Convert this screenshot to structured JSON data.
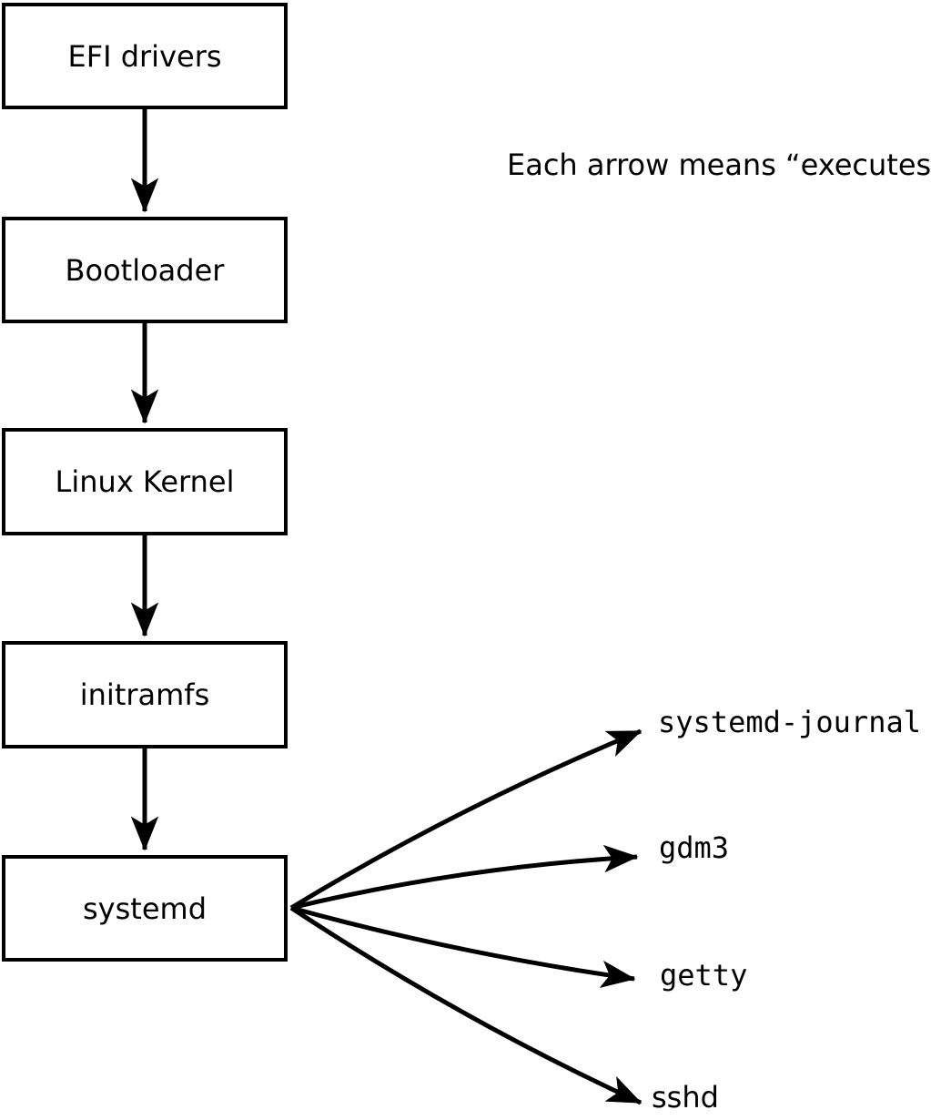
{
  "note": "Each arrow means “executes”.",
  "diagram": {
    "arrow_meaning": "executes",
    "colors": {
      "stroke": "#000000",
      "node_fill": "#ffffff",
      "background": "#ffffff"
    },
    "chain": [
      {
        "id": "efi-drivers",
        "label": "EFI drivers"
      },
      {
        "id": "bootloader",
        "label": "Bootloader"
      },
      {
        "id": "linux-kernel",
        "label": "Linux Kernel"
      },
      {
        "id": "initramfs",
        "label": "initramfs"
      },
      {
        "id": "systemd",
        "label": "systemd"
      }
    ],
    "chain_edges": [
      {
        "from": "efi-drivers",
        "to": "bootloader"
      },
      {
        "from": "bootloader",
        "to": "linux-kernel"
      },
      {
        "from": "linux-kernel",
        "to": "initramfs"
      },
      {
        "from": "initramfs",
        "to": "systemd"
      }
    ],
    "spawned": [
      {
        "id": "systemd-journal",
        "label": "systemd-journal"
      },
      {
        "id": "gdm3",
        "label": "gdm3"
      },
      {
        "id": "getty",
        "label": "getty"
      },
      {
        "id": "sshd",
        "label": "sshd"
      }
    ],
    "spawned_edges": [
      {
        "from": "systemd",
        "to": "systemd-journal"
      },
      {
        "from": "systemd",
        "to": "gdm3"
      },
      {
        "from": "systemd",
        "to": "getty"
      },
      {
        "from": "systemd",
        "to": "sshd"
      }
    ]
  }
}
